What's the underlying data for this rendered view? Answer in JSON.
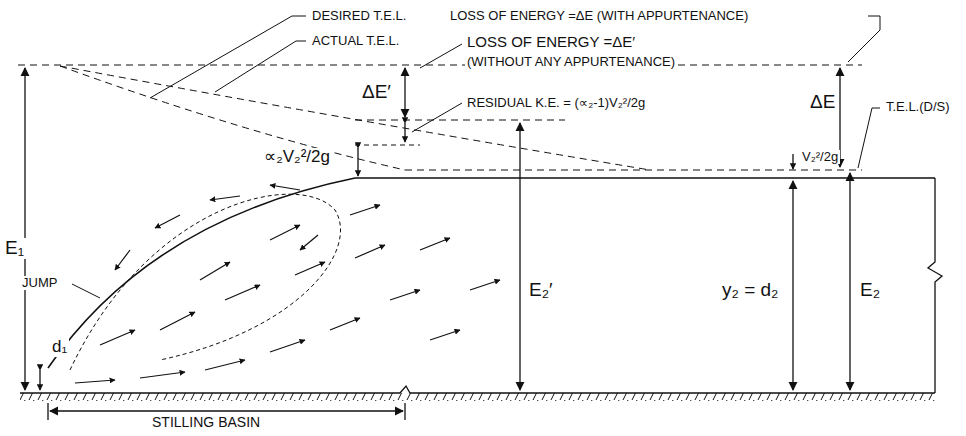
{
  "diagram": {
    "labels": [
      "DESIRED T.E.L.",
      "LOSS OF ENERGY =ΔE (WITH APPURTENANCE)",
      "ACTUAL T.E.L.",
      "LOSS OF ENERGY =ΔE′",
      "(WITHOUT ANY APPURTENANCE)",
      "ΔE′",
      "RESIDUAL K.E. = (∝₂-1)V₂²/2g",
      "∝₂V₂²/2g",
      "ΔE",
      "T.E.L.(D/S)",
      "V₂²/2g",
      "E₁",
      "d₁",
      "JUMP",
      "E₂′",
      "y₂ = d₂",
      "E₂",
      "STILLING BASIN"
    ]
  }
}
